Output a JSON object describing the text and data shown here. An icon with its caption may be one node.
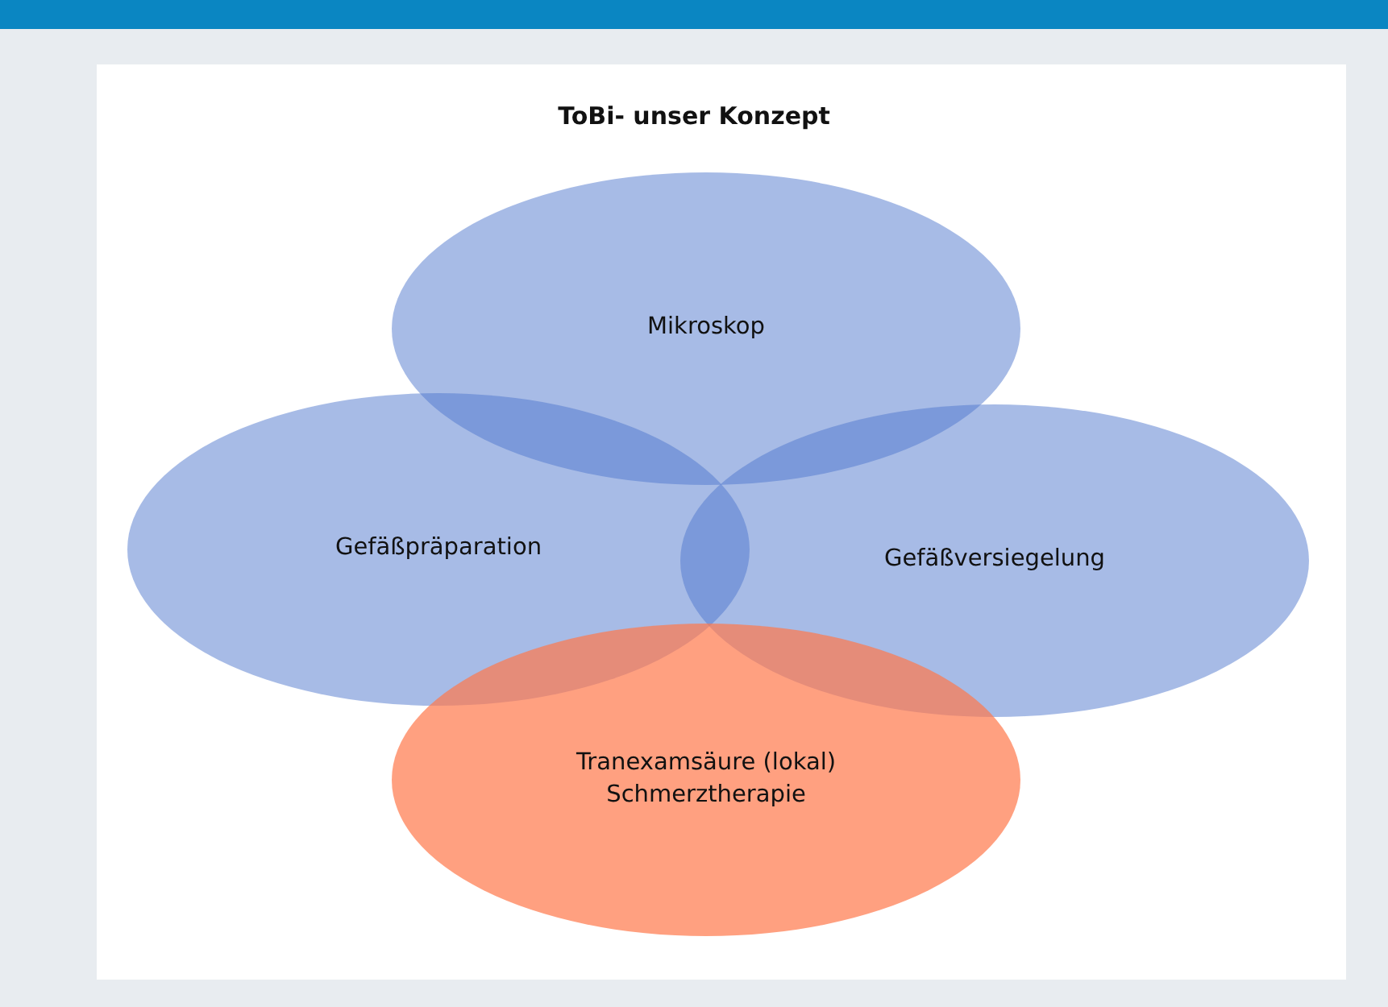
{
  "diagram": {
    "title": "ToBi- unser Konzept",
    "nodes": [
      {
        "text": [
          "Mikroskop"
        ]
      },
      {
        "text": [
          "Gefäßpräparation"
        ]
      },
      {
        "text": [
          "Gefäßversiegelung"
        ]
      },
      {
        "text": [
          "Tranexamsäure (lokal) Schmerztherapie"
        ]
      }
    ],
    "edges": []
  }
}
